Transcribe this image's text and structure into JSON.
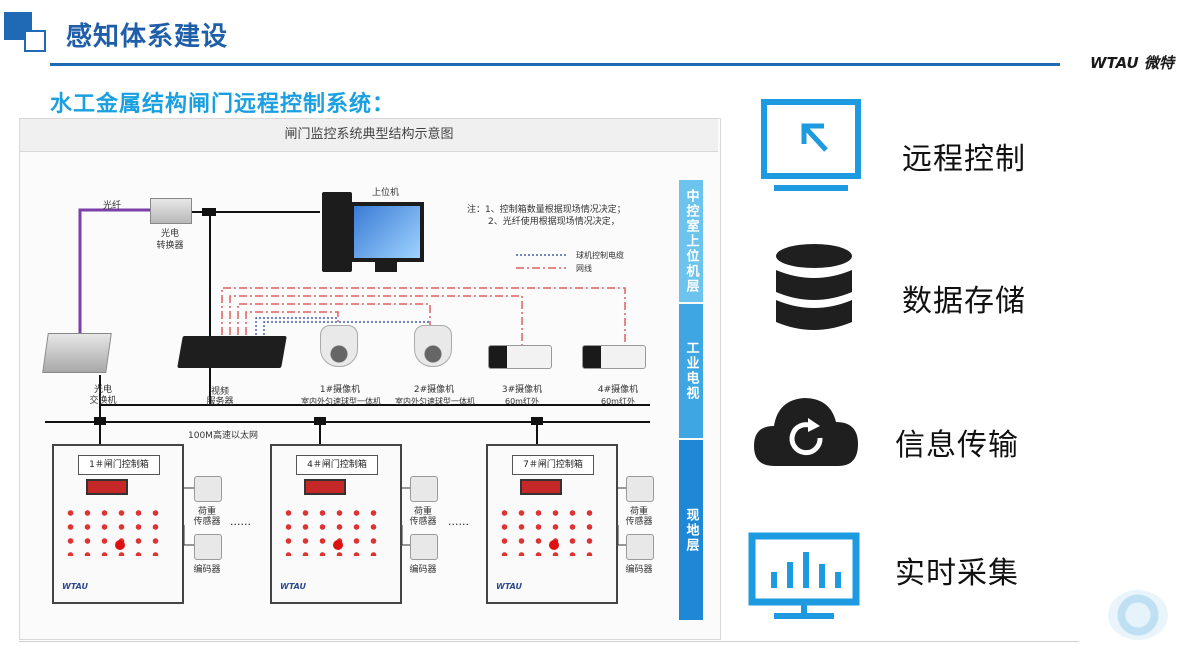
{
  "header": {
    "title": "感知体系建设",
    "logo": "WTAU 微特",
    "subtitle": "水工金属结构闸门远程控制系统："
  },
  "diagram": {
    "heading": "闸门监控系统典型结构示意图",
    "fiber_label": "光纤",
    "converter_label_1": "光电",
    "converter_label_2": "转换器",
    "switch_label_1": "光电",
    "switch_label_2": "交换机",
    "host_label": "上位机",
    "notes_1": "注：1、控制箱数量根据现场情况决定；",
    "notes_2": "2、光纤使用根据现场情况决定，",
    "legend_1": "球机控制电缆",
    "legend_2": "网线",
    "video_server_1": "视频",
    "video_server_2": "服务器",
    "cameras": [
      {
        "name": "1#摄像机",
        "desc": "室内外匀速球型一体机"
      },
      {
        "name": "2#摄像机",
        "desc": "室内外匀速球型一体机"
      },
      {
        "name": "3#摄像机",
        "desc": "60m红外"
      },
      {
        "name": "4#摄像机",
        "desc": "60m红外"
      }
    ],
    "network_label": "100M高速以太网",
    "cabinets": [
      {
        "title": "1＃闸门控制箱"
      },
      {
        "title": "4＃闸门控制箱"
      },
      {
        "title": "7＃闸门控制箱"
      }
    ],
    "cabinet_brand": "WTAU",
    "load_sensor_1": "荷重",
    "load_sensor_2": "传感器",
    "encoder": "编码器",
    "ellipsis": "......",
    "layers": [
      {
        "label": "中控室上位机层",
        "color": "#6cc3ee"
      },
      {
        "label": "工业电视",
        "color": "#3ea7e3"
      },
      {
        "label": "现地层",
        "color": "#1e88d6"
      }
    ]
  },
  "features": [
    {
      "icon": "remote-control-icon",
      "label": "远程控制"
    },
    {
      "icon": "database-icon",
      "label": "数据存储"
    },
    {
      "icon": "cloud-sync-icon",
      "label": "信息传输"
    },
    {
      "icon": "monitor-chart-icon",
      "label": "实时采集"
    }
  ],
  "colors": {
    "brand_blue": "#1f69b5",
    "subtitle_blue": "#1aa0e0",
    "icon_blue": "#1e9be0",
    "fiber_purple": "#7b3fa8",
    "net_red": "#e06060"
  }
}
